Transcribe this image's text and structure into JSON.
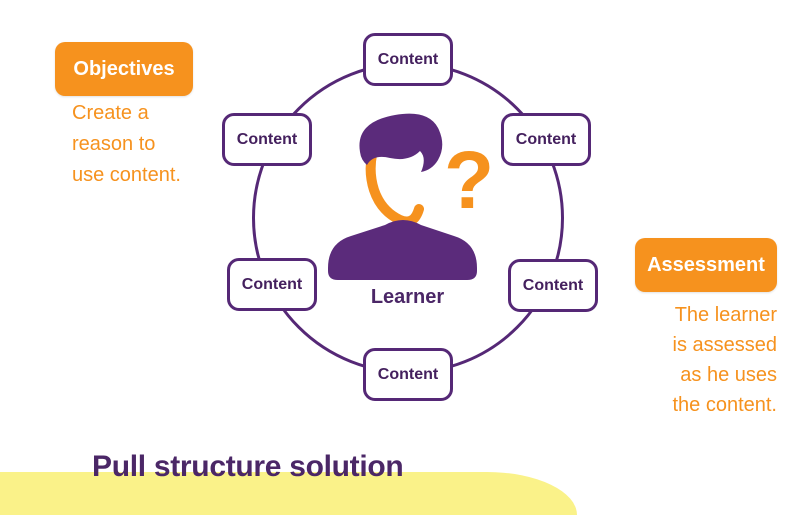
{
  "title": "Pull structure solution",
  "objectives": {
    "label": "Objectives",
    "caption": [
      "Create a",
      "reason to",
      "use content."
    ]
  },
  "assessment": {
    "label": "Assessment",
    "caption": [
      "The learner",
      "is assessed",
      "as he uses",
      "the content."
    ]
  },
  "diagram": {
    "nodes": [
      "Content",
      "Content",
      "Content",
      "Content",
      "Content",
      "Content"
    ],
    "learner_label": "Learner",
    "question_mark": "?"
  },
  "colors": {
    "orange": "#F6921E",
    "purple_border": "#552876",
    "purple_text": "#44205E",
    "title_purple": "#4B2767",
    "person_purple": "#5B2B7B",
    "yellow": "#FAF289"
  }
}
